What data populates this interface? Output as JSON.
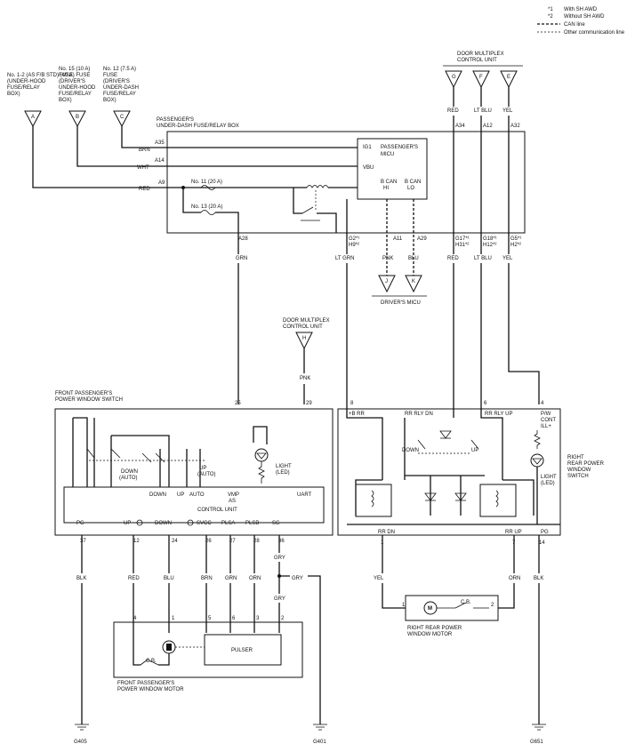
{
  "legend": {
    "n1": "*1",
    "t1": "With SH AWD",
    "n2": "*2",
    "t2": "Without SH AWD",
    "can": "CAN line",
    "other": "Other communication line"
  },
  "fuses": {
    "f12": [
      "No. 1-2 (AS F/B STD) (40 A) FUSE",
      "(UNDER-HOOD",
      "FUSE/RELAY",
      "BOX)"
    ],
    "f15": [
      "No. 15 (10 A)",
      "FUSE",
      "(DRIVER'S",
      "UNDER-HOOD",
      "FUSE/RELAY",
      "BOX)"
    ],
    "f12b": [
      "No. 12 (7.5 A)",
      "FUSE",
      "(DRIVER'S",
      "UNDER-DASH",
      "FUSE/RELAY",
      "BOX)"
    ],
    "pins": [
      "A",
      "B",
      "C"
    ]
  },
  "door_mpcu_top": {
    "title": [
      "DOOR MULTIPLEX",
      "CONTROL UNIT"
    ],
    "pins": [
      "G",
      "F",
      "E"
    ]
  },
  "pudfrb": {
    "title": [
      "PASSENGER'S",
      "UNDER-DASH FUSE/RELAY BOX"
    ],
    "fuse11": "No. 11 (20 A)",
    "fuse13": "No. 13 (20 A)"
  },
  "micu": {
    "title": [
      "PASSENGER'S",
      "MICU"
    ],
    "ig1": "IG1",
    "vbu": "VBU",
    "bcanhi": [
      "B CAN",
      "HI"
    ],
    "bcanlo": [
      "B CAN",
      "LO"
    ]
  },
  "pins_top": {
    "a35": "A35",
    "a14": "A14",
    "a9": "A9",
    "a28": "A28",
    "g2": "G2*¹",
    "h9": "H9*²",
    "a11": "A11",
    "a29": "A29",
    "a34": "A34",
    "a12": "A12",
    "a32": "A32",
    "g17": "G17*¹",
    "h31": "H31*²",
    "g18": "G18*¹",
    "h12": "H12*²",
    "g5": "G5*¹",
    "h2": "H2*²"
  },
  "wires": {
    "brn": "BRN",
    "wht": "WHT",
    "red": "RED",
    "grn": "GRN",
    "ltgrn": "LT GRN",
    "pnk": "PNK",
    "blu": "BLU",
    "ltblu": "LT BLU",
    "yel": "YEL",
    "blk": "BLK",
    "orn": "ORN",
    "gry": "GRY"
  },
  "drivers_micu": {
    "title": "DRIVER'S MICU",
    "pins": [
      "J",
      "K"
    ]
  },
  "door_mpcu_mid": {
    "title": [
      "DOOR MULTIPLEX",
      "CONTROL UNIT"
    ],
    "pin": "H"
  },
  "fpws": {
    "title": [
      "FRONT PASSENGER'S",
      "POWER WINDOW SWITCH"
    ],
    "pin25": "25",
    "pin29": "29",
    "down": [
      "DOWN",
      "(AUTO)"
    ],
    "up": [
      "UP",
      "(AUTO)"
    ],
    "light": [
      "LIGHT",
      "(LED)"
    ],
    "cu_top": [
      "DOWN",
      "UP",
      "AUTO",
      "VMP",
      "AS",
      "UART"
    ],
    "cu": "CONTROL UNIT",
    "cu_bot": [
      "PG",
      "UP",
      "DOWN",
      "SVCC",
      "PLSA",
      "PLSB",
      "SG"
    ],
    "pins": [
      "37",
      "12",
      "24",
      "26",
      "27",
      "28",
      "36"
    ]
  },
  "fpwm": {
    "title": [
      "FRONT PASSENGER'S",
      "POWER WINDOW MOTOR"
    ],
    "pulser": "PULSER",
    "pins": [
      "4",
      "1",
      "5",
      "6",
      "3",
      "2"
    ],
    "cb": "C.B."
  },
  "rrpws": {
    "title": [
      "RIGHT",
      "REAR POWER",
      "WINDOW",
      "SWITCH"
    ],
    "pins_top": [
      "8",
      "6",
      "4"
    ],
    "rr": "+B RR",
    "rrdn": "RR RLY DN",
    "rrup": "RR RLY UP",
    "pw": [
      "P/W",
      "CONT",
      "ILL+"
    ],
    "down": "DOWN",
    "up": "UP",
    "light": [
      "LIGHT",
      "(LED)"
    ],
    "bot": [
      "RR DN",
      "RR UP",
      "PG"
    ],
    "pins_bot": [
      "1",
      "7",
      "14"
    ]
  },
  "rrpwm": {
    "title": [
      "RIGHT REAR POWER",
      "WINDOW MOTOR"
    ],
    "pins": [
      "1",
      "2"
    ],
    "cb": "C.B.",
    "m": "M"
  },
  "grounds": [
    "G405",
    "G401",
    "G651"
  ]
}
